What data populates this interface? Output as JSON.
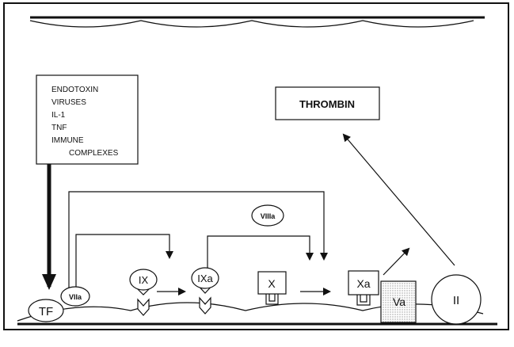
{
  "colors": {
    "ink": "#111111",
    "paper": "#ffffff",
    "hatch": "#bdbdbd"
  },
  "triggers": {
    "lines": [
      "ENDOTOXIN",
      "VIRUSES",
      "IL-1",
      "TNF",
      "IMMUNE",
      "COMPLEXES"
    ]
  },
  "product": {
    "label": "THROMBIN"
  },
  "factors": {
    "tf": "TF",
    "viia": "VIIa",
    "ix": "IX",
    "ixa": "IXa",
    "viiia": "VIIIa",
    "x": "X",
    "xa": "Xa",
    "va": "Va",
    "ii": "II"
  }
}
